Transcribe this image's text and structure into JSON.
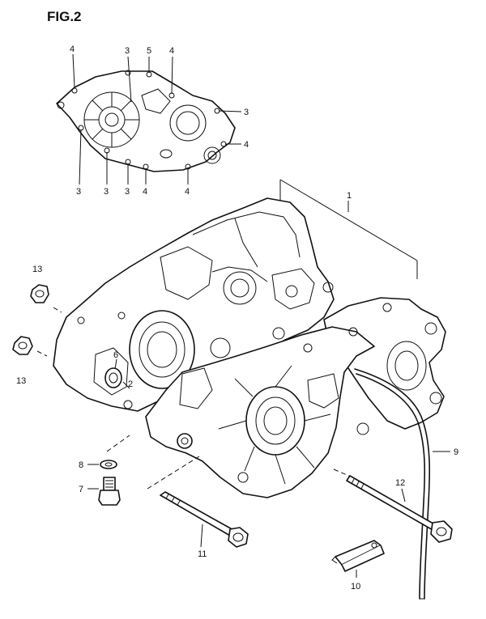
{
  "figure": {
    "title": "FIG.2"
  },
  "callouts": {
    "inset_4a": "4",
    "inset_3a": "3",
    "inset_5": "5",
    "inset_4b": "4",
    "inset_3r": "3",
    "inset_4r": "4",
    "inset_3b1": "3",
    "inset_3b2": "3",
    "inset_3b3": "3",
    "inset_4b1": "4",
    "inset_4b2": "4",
    "p1": "1",
    "p13a": "13",
    "p13b": "13",
    "p6": "6",
    "p2": "2",
    "p8": "8",
    "p7": "7",
    "p11": "11",
    "p9": "9",
    "p12": "12",
    "p10": "10"
  }
}
